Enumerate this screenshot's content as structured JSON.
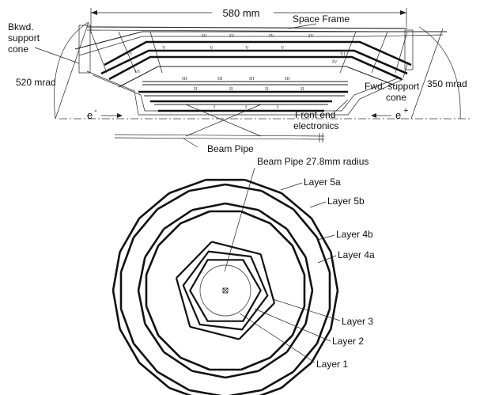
{
  "side_view": {
    "dimension": "580 mm",
    "space_frame": "Space Frame",
    "bkwd_cone_line1": "Bkwd.",
    "bkwd_cone_line2": "support",
    "bkwd_cone_line3": "cone",
    "fwd_cone_line1": "Fwd. support",
    "fwd_cone_line2": "cone",
    "angle_back": "520 mrad",
    "angle_fwd": "350 mrad",
    "electron": "e",
    "electron_sup": "-",
    "positron": "e",
    "positron_sup": "+",
    "front_end_line1": "Front end",
    "front_end_line2": "electronics",
    "beam_pipe": "Beam Pipe",
    "layer_numerals": [
      "I",
      "II",
      "III",
      "IV",
      "V",
      "VI"
    ]
  },
  "end_view": {
    "beam_pipe_radius": "Beam Pipe 27.8mm radius",
    "layers": [
      "Layer 5a",
      "Layer 5b",
      "Layer 4b",
      "Layer 4a",
      "Layer 3",
      "Layer 2",
      "Layer 1"
    ]
  }
}
